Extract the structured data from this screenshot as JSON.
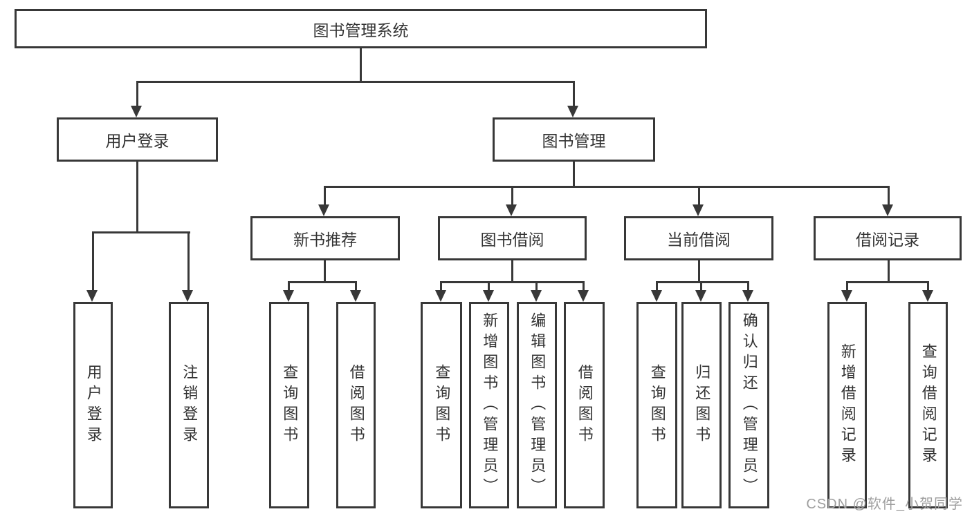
{
  "title": "图书管理系统",
  "tree": {
    "root": {
      "label": "图书管理系统"
    },
    "children": [
      {
        "label": "用户登录",
        "children": [
          {
            "label": "用户登录"
          },
          {
            "label": "注销登录"
          }
        ]
      },
      {
        "label": "图书管理",
        "children": [
          {
            "label": "新书推荐",
            "children": [
              {
                "label": "查询图书"
              },
              {
                "label": "借阅图书"
              }
            ]
          },
          {
            "label": "图书借阅",
            "children": [
              {
                "label": "查询图书"
              },
              {
                "label": "新增图书（管理员）"
              },
              {
                "label": "编辑图书（管理员）"
              },
              {
                "label": "借阅图书"
              }
            ]
          },
          {
            "label": "当前借阅",
            "children": [
              {
                "label": "查询图书"
              },
              {
                "label": "归还图书"
              },
              {
                "label": "确认归还（管理员）"
              }
            ]
          },
          {
            "label": "借阅记录",
            "children": [
              {
                "label": "新增借阅记录"
              },
              {
                "label": "查询借阅记录"
              }
            ]
          }
        ]
      }
    ]
  },
  "watermark": {
    "text": "CSDN @软件_小贺同学"
  },
  "colors": {
    "box_border": "#383838",
    "line": "#383838",
    "text": "#333333",
    "watermark": "#9e9e9e",
    "background": "#ffffff"
  }
}
